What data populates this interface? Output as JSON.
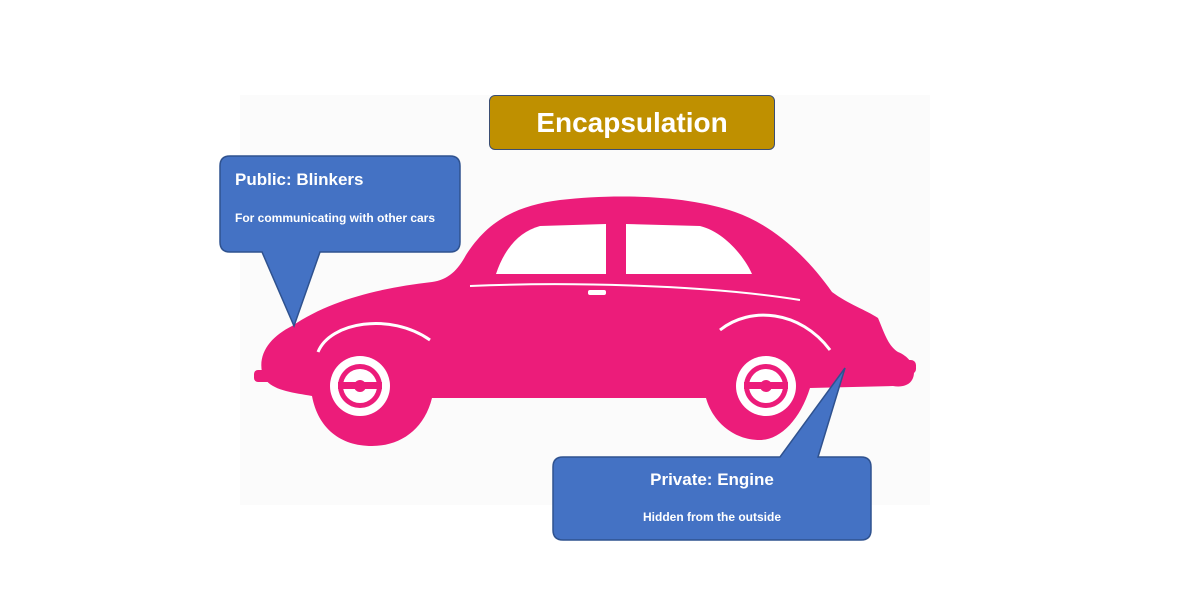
{
  "title": "Encapsulation",
  "public_callout": {
    "heading": "Public: Blinkers",
    "description": "For communicating with other cars"
  },
  "private_callout": {
    "heading": "Private: Engine",
    "description": "Hidden from the outside"
  },
  "colors": {
    "title_fill": "#bf9000",
    "callout_fill": "#4472c4",
    "callout_border": "#2f528f",
    "car_body": "#ec1c7a",
    "text": "#ffffff"
  }
}
